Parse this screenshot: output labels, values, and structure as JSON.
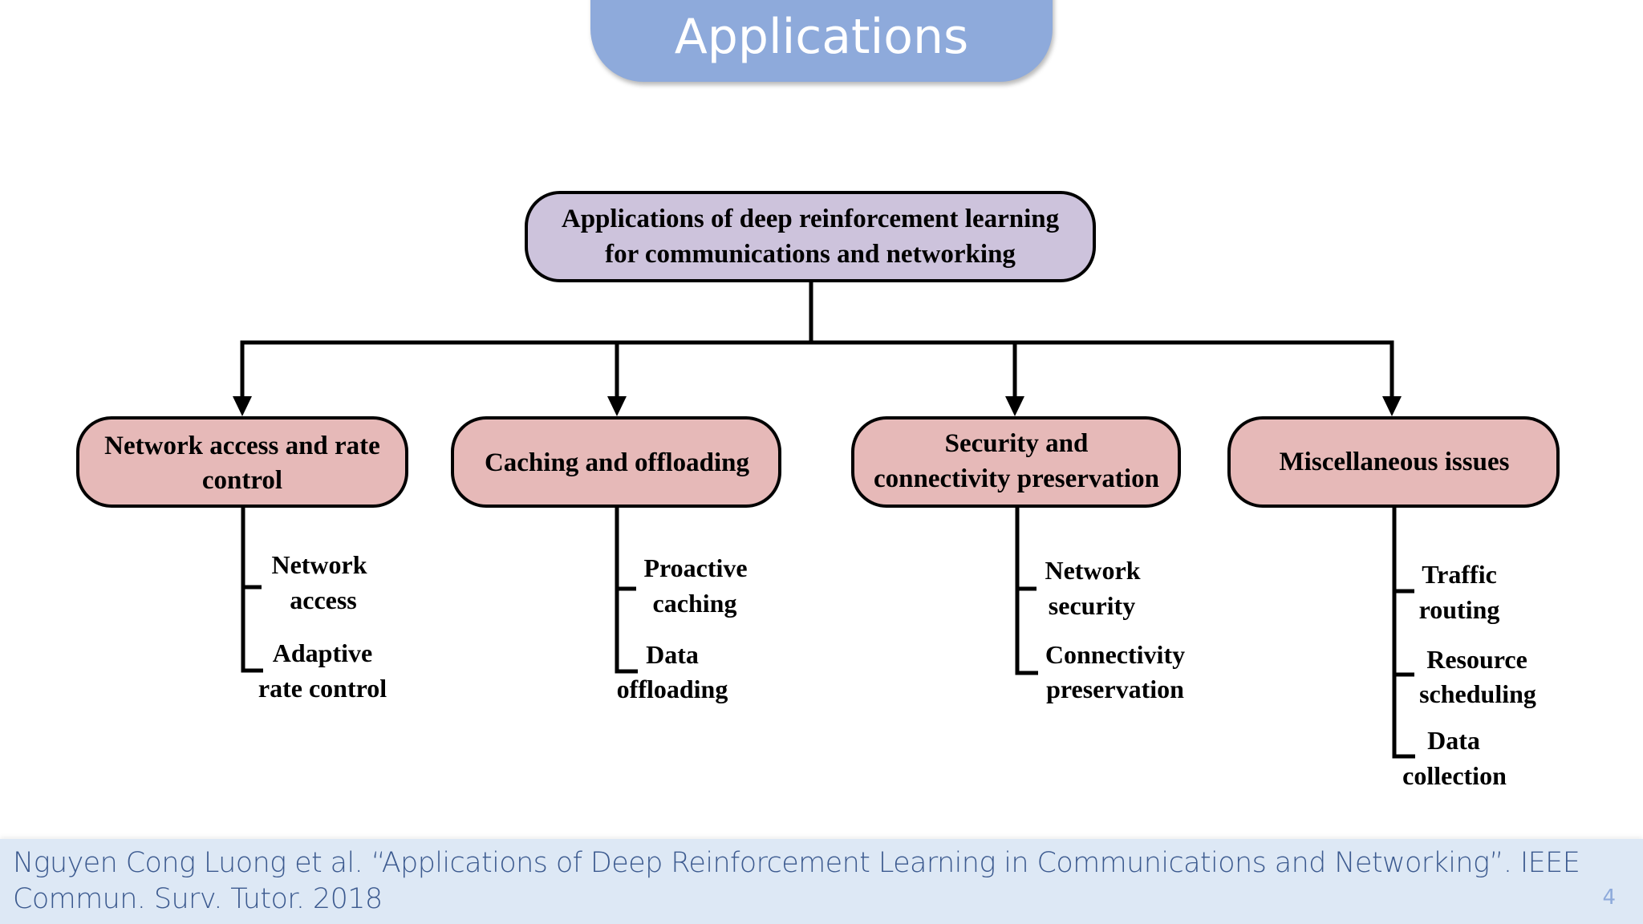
{
  "slide": {
    "title": "Applications",
    "page_number": "4",
    "citation": "Nguyen Cong Luong et al. “Applications of Deep Reinforcement Learning in Communications and Networking”. IEEE Commun. Surv. Tutor. 2018"
  },
  "colors": {
    "title_pill": "#8eaadb",
    "root_fill": "#cdc3dc",
    "category_fill": "#e6b9b8",
    "footer_band": "#dde8f5",
    "footer_text": "#3c5a8f"
  },
  "diagram": {
    "root": {
      "lines": [
        "Applications of deep reinforcement learning",
        "for communications and networking"
      ]
    },
    "categories": [
      {
        "lines": [
          "Network access and rate",
          "control"
        ],
        "items": [
          {
            "lines": [
              "Network",
              "access"
            ]
          },
          {
            "lines": [
              "Adaptive",
              "rate control"
            ]
          }
        ]
      },
      {
        "lines": [
          "Caching and offloading"
        ],
        "items": [
          {
            "lines": [
              "Proactive",
              "caching"
            ]
          },
          {
            "lines": [
              "Data",
              "offloading"
            ]
          }
        ]
      },
      {
        "lines": [
          "Security and",
          "connectivity preservation"
        ],
        "items": [
          {
            "lines": [
              "Network",
              "security"
            ]
          },
          {
            "lines": [
              "Connectivity",
              "preservation"
            ]
          }
        ]
      },
      {
        "lines": [
          "Miscellaneous issues"
        ],
        "items": [
          {
            "lines": [
              "Traffic",
              "routing"
            ]
          },
          {
            "lines": [
              "Resource",
              "scheduling"
            ]
          },
          {
            "lines": [
              "Data",
              "collection"
            ]
          }
        ]
      }
    ]
  }
}
